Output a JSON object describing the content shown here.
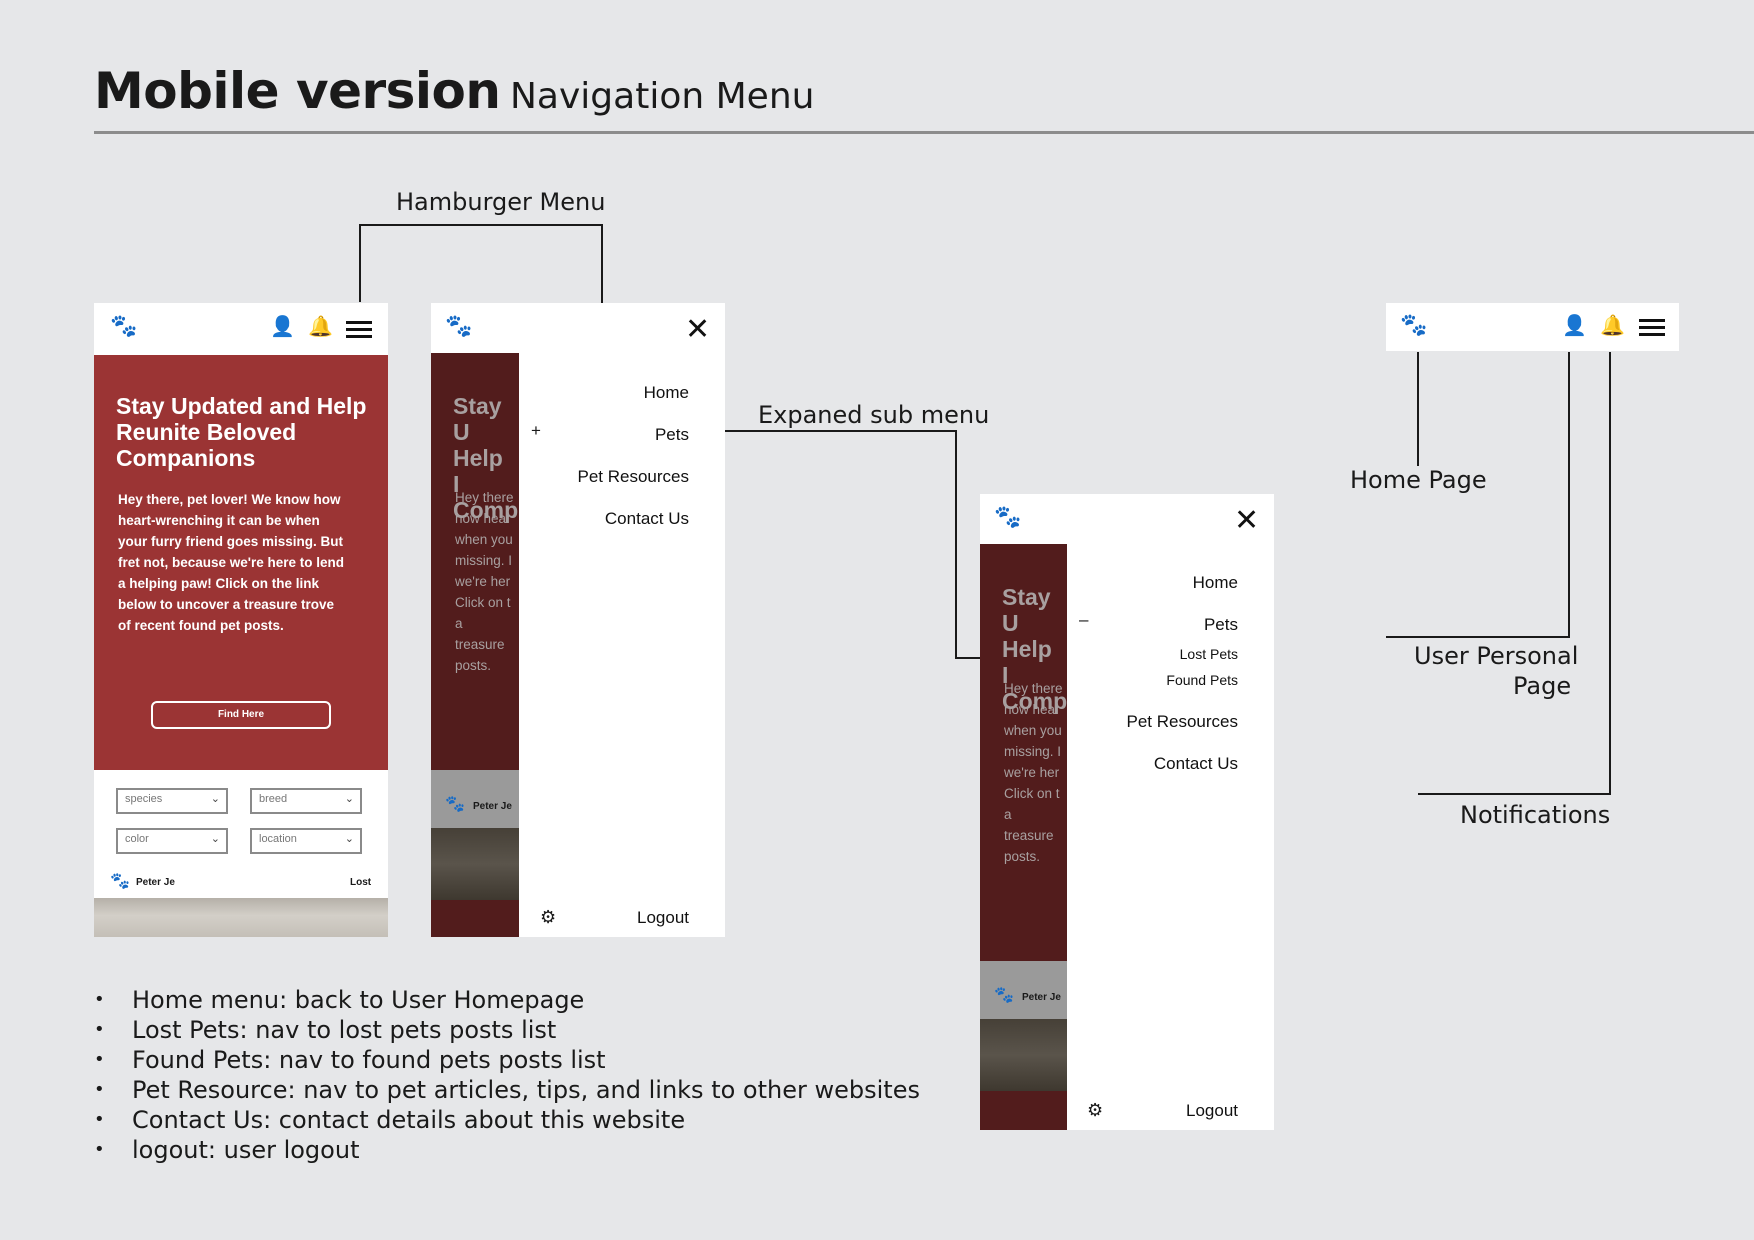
{
  "header": {
    "title": "Mobile version",
    "subtitle": "Navigation Menu"
  },
  "annotations": {
    "hamburger_menu": "Hamburger Menu",
    "expanded_sub_menu": "Expaned sub menu",
    "home_page": "Home Page",
    "user_personal_page_line1": "User Personal",
    "user_personal_page_line2": "Page",
    "notifications": "Notifications"
  },
  "screen1": {
    "hero_title": "Stay Updated and Help Reunite Beloved Companions",
    "hero_text": "Hey there, pet lover! We know how heart-wrenching it can be when your furry friend goes missing. But fret not, because we're here to lend a helping paw! Click on the link below to uncover a treasure trove of recent found pet posts.",
    "find_button": "Find Here",
    "filters": [
      "species",
      "breed",
      "color",
      "location"
    ],
    "post_author": "Peter Je",
    "post_status": "Lost"
  },
  "screen2": {
    "hero_title_partial": "Stay U Help I Comp",
    "hero_text_partial": "Hey there how hear when you missing. I we're her Click on t a treasure posts.",
    "post_author_partial": "Peter Je",
    "menu": [
      "Home",
      "Pets",
      "Pet Resources",
      "Contact Us"
    ],
    "expand_symbol": "+",
    "logout": "Logout"
  },
  "screen3": {
    "hero_title_partial": "Stay U Help I Comp",
    "hero_text_partial": "Hey there how hear when you missing. I we're her Click on t a treasure posts.",
    "post_author_partial": "Peter Je",
    "menu": [
      "Home",
      "Pets",
      "Pet Resources",
      "Contact Us"
    ],
    "submenu": [
      "Lost Pets",
      "Found Pets"
    ],
    "collapse_symbol": "–",
    "logout": "Logout"
  },
  "icons": {
    "paw": "🐾",
    "user": "👤",
    "bell": "🔔",
    "close": "✕",
    "gear": "⚙"
  },
  "notes": [
    "Home menu: back to  User Homepage",
    "Lost Pets: nav to lost pets posts list",
    "Found Pets: nav to found pets posts list",
    "Pet Resource: nav to pet articles, tips, and links to other websites",
    "Contact Us: contact details about this website",
    "logout: user logout"
  ],
  "colors": {
    "hero_red": "#9b3434",
    "hero_dark": "#521c1c",
    "background": "#e6e7e9"
  }
}
